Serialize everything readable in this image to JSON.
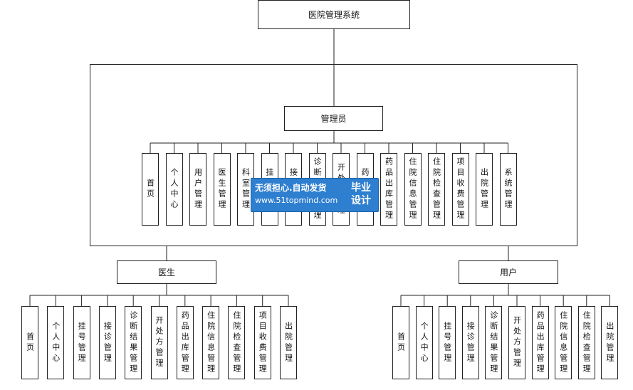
{
  "root": {
    "label": "医院管理系统"
  },
  "admin": {
    "label": "管理员",
    "items": [
      "首页",
      "个人中心",
      "用户管理",
      "医生管理",
      "科室管理",
      "挂号管理",
      "接诊管理",
      "诊断结果管理",
      "开处方管理",
      "药品管理",
      "药品出库管理",
      "住院信息管理",
      "住院检查管理",
      "项目收费管理",
      "出院管理",
      "系统管理"
    ]
  },
  "doctor": {
    "label": "医生",
    "items": [
      "首页",
      "个人中心",
      "挂号管理",
      "接诊管理",
      "诊断结果管理",
      "开处方管理",
      "药品出库管理",
      "住院信息管理",
      "住院检查管理",
      "项目收费管理",
      "出院管理"
    ]
  },
  "user": {
    "label": "用户",
    "items": [
      "首页",
      "个人中心",
      "挂号管理",
      "接诊管理",
      "诊断结果管理",
      "开处方管理",
      "药品出库管理",
      "住院信息管理",
      "住院检查管理",
      "出院管理"
    ]
  },
  "watermark": {
    "line1": "无须担心.自动发货",
    "line2": "www.51topmind.com",
    "badge": "毕业\n设计"
  }
}
